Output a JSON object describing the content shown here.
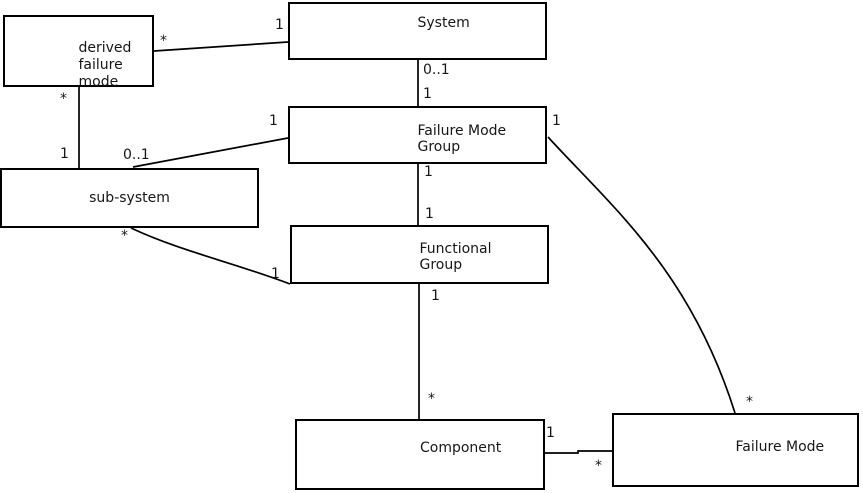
{
  "diagram": {
    "background_color": "#ffffff",
    "line_color": "#000000",
    "box_fill_color": "#ffffff",
    "box_border_color": "#000000",
    "text_color": "#161616",
    "entities": {
      "derived_failure_mode": {
        "lines": [
          "derived",
          "failure",
          "mode"
        ]
      },
      "system": {
        "lines": [
          "System"
        ]
      },
      "failure_mode_group": {
        "lines": [
          "Failure Mode",
          "Group"
        ]
      },
      "sub_system": {
        "lines": [
          "sub-system"
        ]
      },
      "functional_group": {
        "lines": [
          "Functional",
          "Group"
        ]
      },
      "component": {
        "lines": [
          "Component"
        ]
      },
      "failure_mode": {
        "lines": [
          "Failure Mode"
        ]
      }
    },
    "multiplicities": {
      "derived_failure_mode__system": {
        "at_derived_failure_mode": "*",
        "at_system": "1"
      },
      "derived_failure_mode__sub_system": {
        "at_derived_failure_mode": "*",
        "at_sub_system": "1"
      },
      "sub_system__failure_mode_group": {
        "at_sub_system": "0..1",
        "at_failure_mode_group": "1"
      },
      "system__failure_mode_group": {
        "at_system": "0..1",
        "at_failure_mode_group": "1"
      },
      "failure_mode_group__functional_group": {
        "at_failure_mode_group": "1",
        "at_functional_group": "1"
      },
      "functional_group__component": {
        "at_functional_group": "1",
        "at_component": "*"
      },
      "sub_system__functional_group": {
        "at_sub_system": "*",
        "at_functional_group": "1"
      },
      "failure_mode_group__failure_mode": {
        "at_failure_mode_group": "1",
        "at_failure_mode": "*"
      },
      "component__failure_mode": {
        "at_component": "1",
        "at_failure_mode": "*"
      }
    }
  }
}
